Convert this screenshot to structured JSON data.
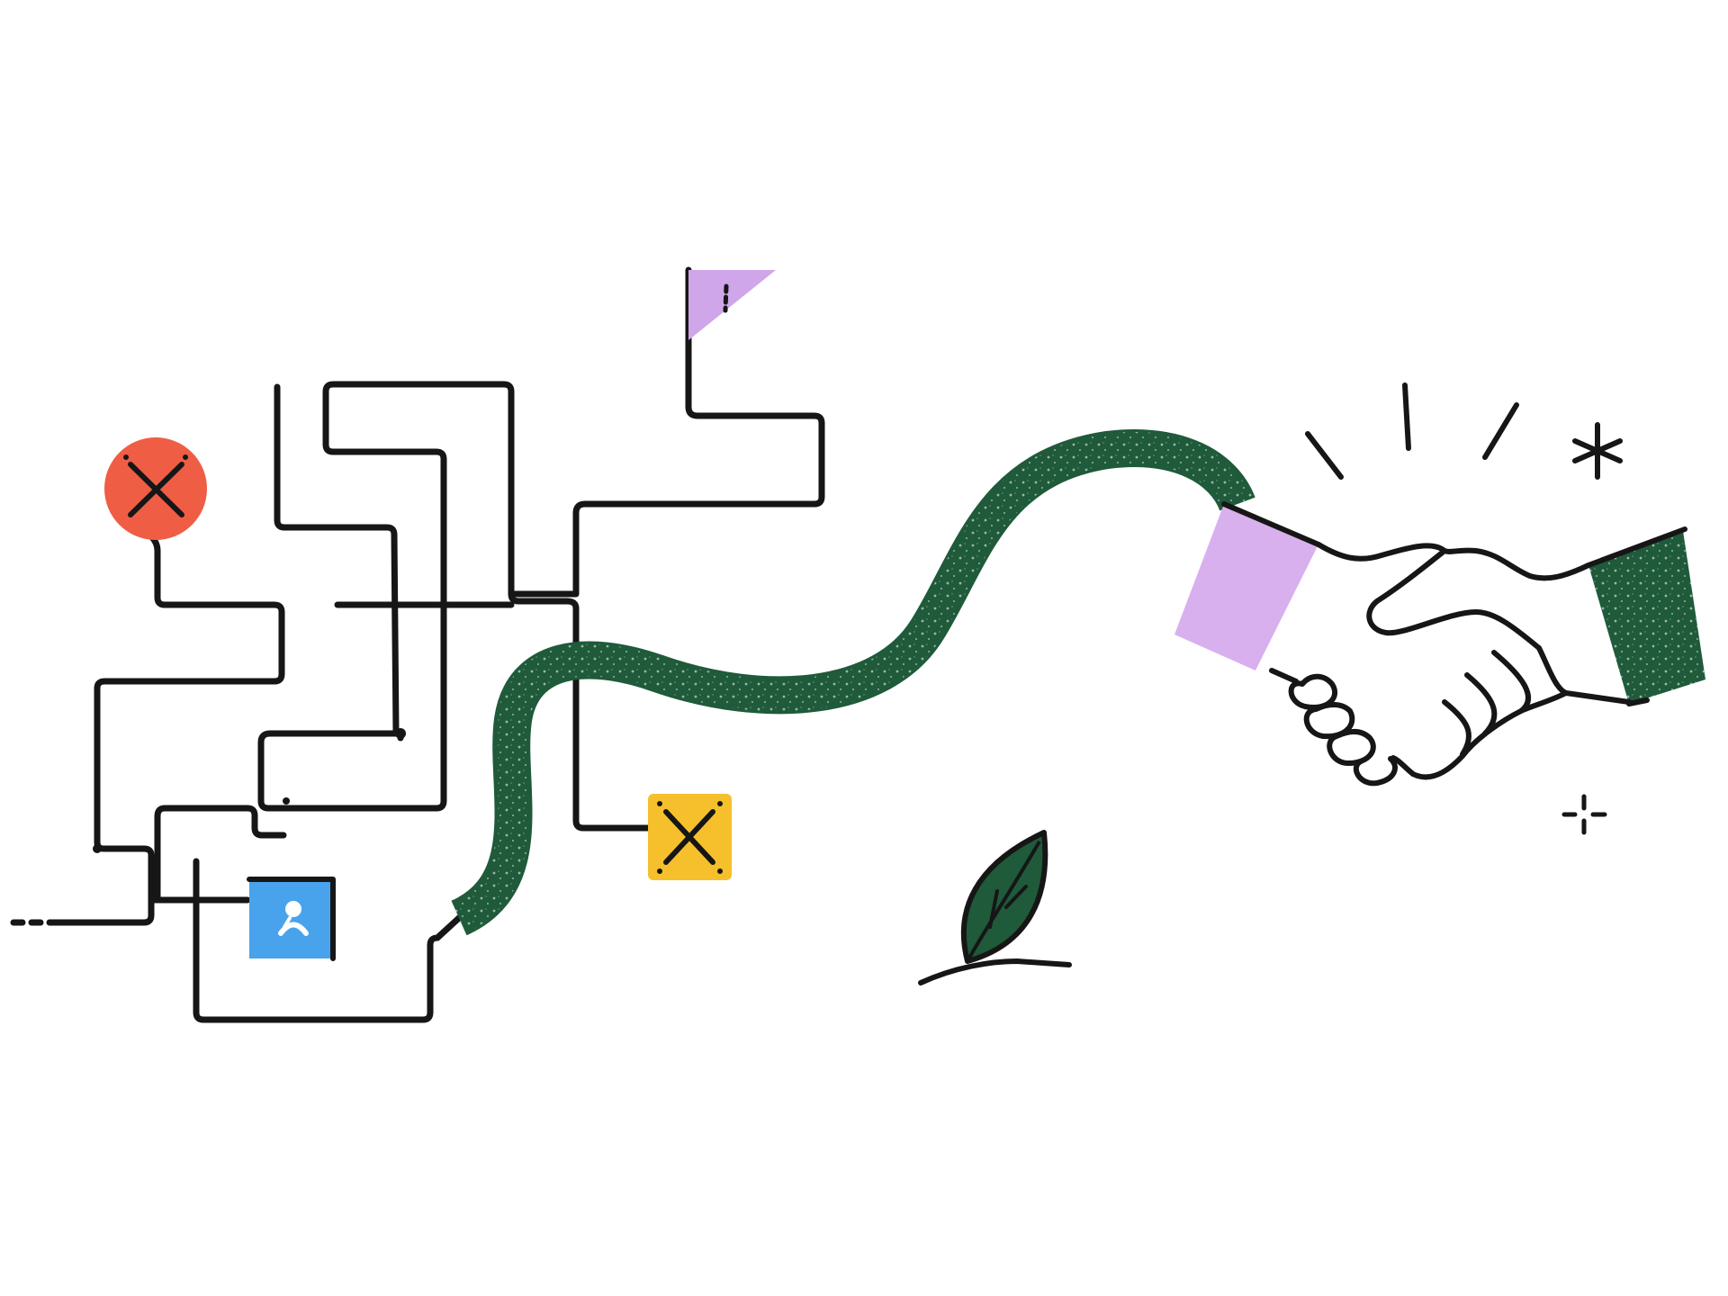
{
  "scene": {
    "background": "#ffffff",
    "ink": "#161616",
    "elements": [
      {
        "name": "maze-paths",
        "color": "#161616"
      },
      {
        "name": "failed-endpoint-red",
        "icon": "x-mark-icon",
        "color": "#ef5d45"
      },
      {
        "name": "failed-endpoint-yellow",
        "icon": "x-mark-icon",
        "color": "#f6c02c"
      },
      {
        "name": "goal-flag",
        "icon": "flag-icon",
        "color": "#cfa6ea"
      },
      {
        "name": "start-marker-blue",
        "icon": "person-icon",
        "color": "#48a3ec"
      },
      {
        "name": "connecting-ribbon",
        "color": "#1f5a3a"
      },
      {
        "name": "handshake",
        "icon": "handshake-icon",
        "colors": {
          "left_cuff": "#d9b0ee",
          "right_cuff": "#1f5a3a"
        }
      },
      {
        "name": "leaf",
        "icon": "leaf-icon",
        "color": "#1f5a3a"
      },
      {
        "name": "sparkle-asterisk",
        "icon": "asterisk-icon"
      },
      {
        "name": "sparkle-cross",
        "icon": "sparkle-icon"
      },
      {
        "name": "emphasis-strokes",
        "icon": "motion-lines-icon"
      }
    ]
  }
}
